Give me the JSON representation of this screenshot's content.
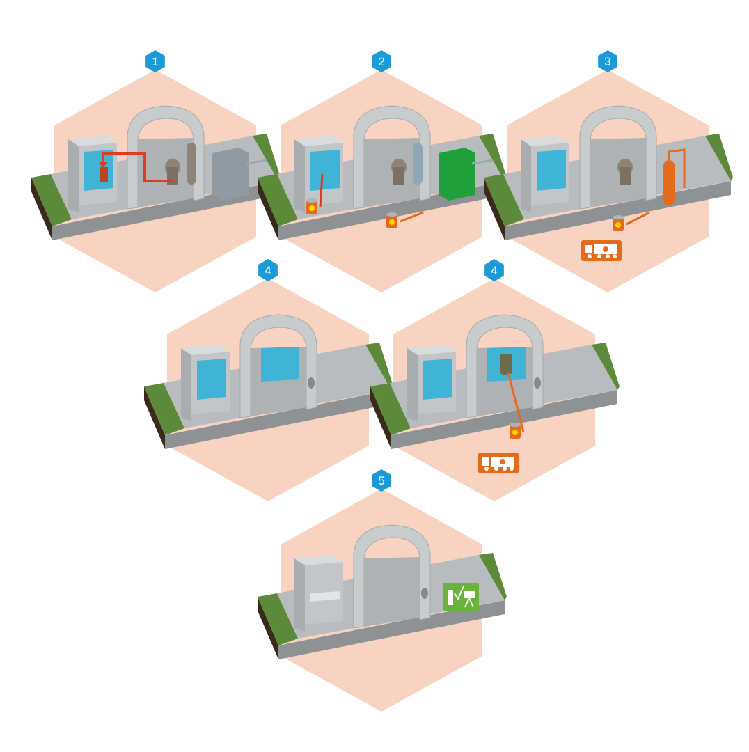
{
  "colors": {
    "hex_bg": "#f8d3c1",
    "badge": "#1a9bd7",
    "slab": "#b9bcbe",
    "grass": "#5c8a3a",
    "concrete": "#c9cccd",
    "water": "#3fb4d6",
    "red": "#e03a22",
    "orange": "#e46a1c",
    "green": "#1fa03a",
    "measure_green": "#6ab23c"
  },
  "panels": [
    {
      "step": "1",
      "fuel_removal": true,
      "components": "intact",
      "barrels": 0,
      "truck": false,
      "measure": false
    },
    {
      "step": "2",
      "fuel_removal": false,
      "components": "green",
      "barrels": 2,
      "truck": false,
      "measure": false
    },
    {
      "step": "3",
      "fuel_removal": false,
      "components": "orange",
      "barrels": 1,
      "truck": true,
      "measure": false
    },
    {
      "step": "4",
      "fuel_removal": false,
      "components": "flooded",
      "barrels": 0,
      "truck": false,
      "measure": false
    },
    {
      "step": "4",
      "fuel_removal": false,
      "components": "vessel-removal",
      "barrels": 1,
      "truck": true,
      "measure": false
    },
    {
      "step": "5",
      "fuel_removal": false,
      "components": "empty",
      "barrels": 0,
      "truck": false,
      "measure": true
    }
  ]
}
